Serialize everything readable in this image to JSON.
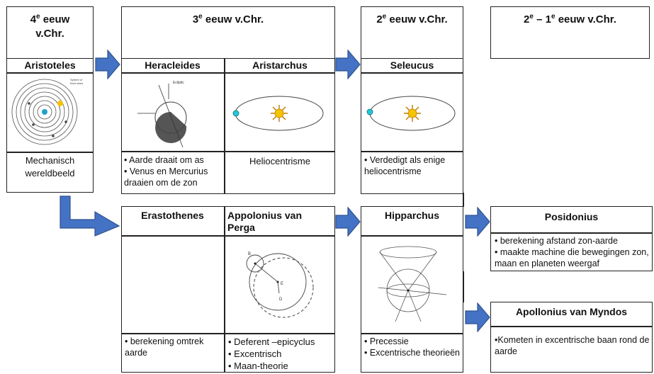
{
  "columns": {
    "c4": {
      "title": "4",
      "sup": "e",
      "rest": " eeuw",
      "line2": "v.Chr."
    },
    "c3": {
      "title": "3",
      "sup": "e",
      "rest": " eeuw v.Chr."
    },
    "c2": {
      "title": "2",
      "sup": "e",
      "rest": " eeuw v.Chr."
    },
    "c21": {
      "a": "2",
      "asup": "e",
      "mid": " – 1",
      "bsup": "e",
      "rest": " eeuw v.Chr."
    }
  },
  "persons": {
    "aristoteles": {
      "name": "Aristoteles",
      "text": [
        "Mechanisch",
        "wereldbeeld"
      ]
    },
    "heracleides": {
      "name": "Heracleides",
      "bullets": [
        "Aarde draait om as",
        "Venus en Mercurius draaien om de zon"
      ]
    },
    "aristarchus": {
      "name": "Aristarchus",
      "text": [
        "Heliocentrisme"
      ]
    },
    "seleucus": {
      "name": "Seleucus",
      "bullets": [
        "Verdedigt als enige heliocentrisme"
      ]
    },
    "erastothenes": {
      "name": "Erastothenes",
      "bullets": [
        "berekening omtrek aarde"
      ]
    },
    "appolonius": {
      "name1": "Appolonius van",
      "name2": "Perga",
      "bullets": [
        "Deferent –epicyclus",
        "Excentrisch",
        "Maan-theorie"
      ]
    },
    "hipparchus": {
      "name": "Hipparchus",
      "bullets": [
        "Precessie",
        "Excentrische theorieën"
      ]
    },
    "posidonius": {
      "name": "Posidonius",
      "bullets": [
        "berekening afstand zon-aarde",
        "maakte machine die bewegingen zon, maan en planeten weergaf"
      ]
    },
    "apollonius_myndos": {
      "name": "Apollonius van Myndos",
      "bullets": [
        "Kometen in excentrische baan rond de aarde"
      ]
    }
  },
  "colors": {
    "arrow_fill": "#4472c4",
    "arrow_stroke": "#2f528f",
    "sun": "#f5c400",
    "earth_marker": "#22c8d8"
  }
}
